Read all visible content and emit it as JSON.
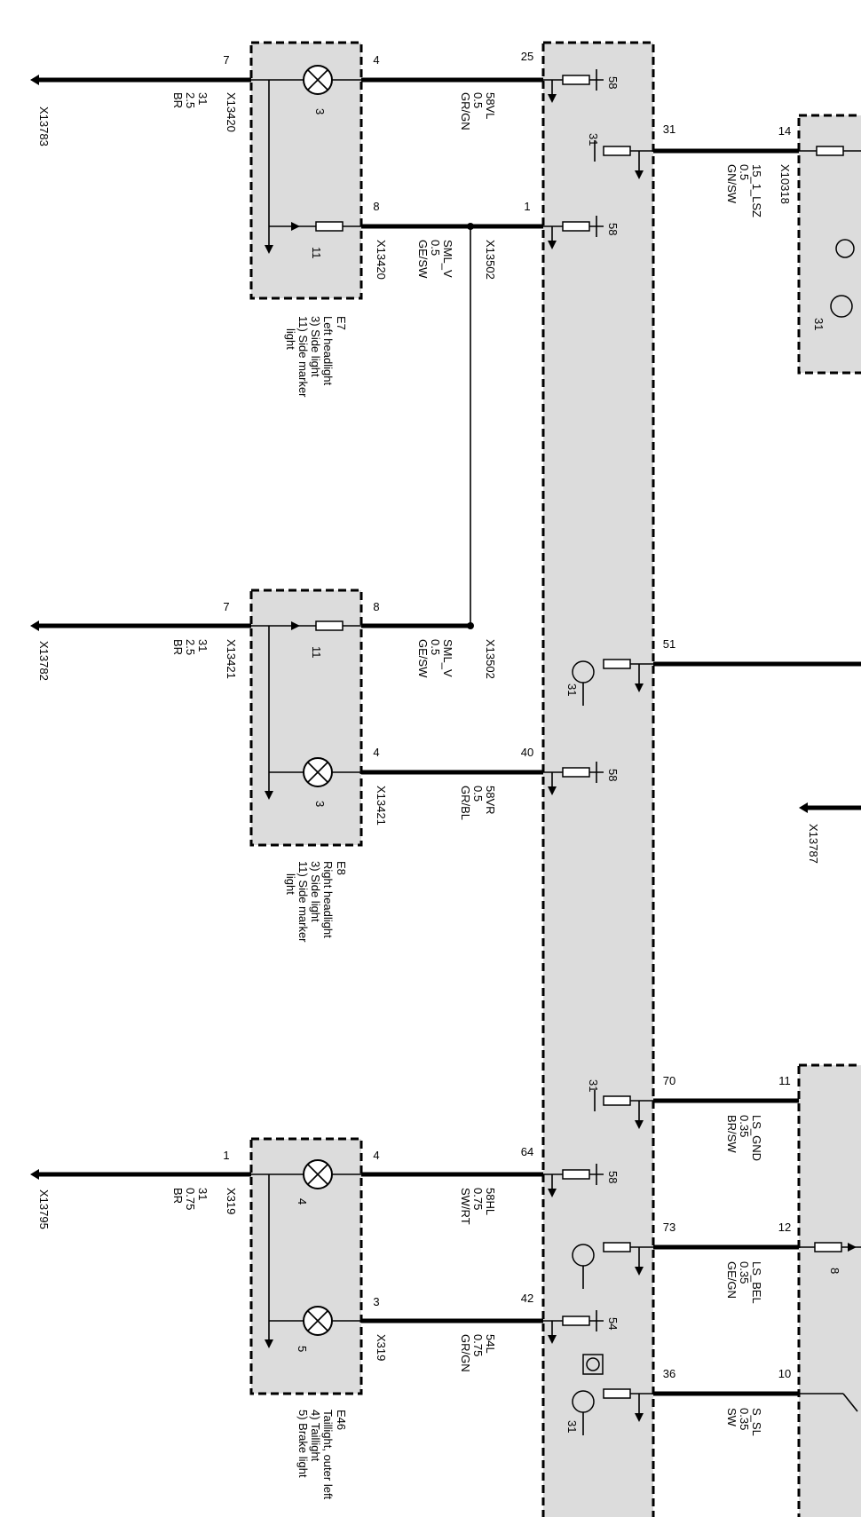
{
  "diagram_data": {
    "module_pins": [
      "25",
      "1",
      "40",
      "64",
      "42",
      "31",
      "51",
      "70",
      "73",
      "36"
    ],
    "module_internal_labels": [
      "58",
      "58",
      "58",
      "58",
      "54",
      "31",
      "31",
      "31",
      "31"
    ],
    "right_module": {
      "connector": "X10318",
      "pin": "14",
      "wire_name": "15_1_LSZ",
      "wire_size": "0.5",
      "wire_color": "GN/SW",
      "internal_label": "31"
    },
    "right_wires": [
      {
        "connector_pin": "31",
        "name": "",
        "size": "",
        "color": ""
      },
      {
        "connector_pin": "51",
        "name": "",
        "size": "",
        "color": ""
      }
    ],
    "lower_right_module": {
      "pins": [
        "11",
        "12",
        "10"
      ],
      "pin_connectors": [
        "70",
        "73",
        "36"
      ],
      "wires": [
        {
          "name": "LS_GND",
          "size": "0.35",
          "color": "BR/SW"
        },
        {
          "name": "LS_BEL",
          "size": "0.35",
          "color": "GE/GN"
        },
        {
          "name": "S_SL",
          "size": "0.35",
          "color": "SW"
        }
      ],
      "internal_label": "8"
    },
    "ground_connectors": [
      "X13787"
    ],
    "components": [
      {
        "id": "E7",
        "lines": [
          "Left headlight",
          "3) Side light",
          "11) Side marker",
          "light"
        ],
        "ground": "X13783",
        "ground_pin": "7",
        "ground_conn": "X13420",
        "ground_wire": {
          "name": "31",
          "size": "2.5",
          "color": "BR"
        },
        "elements": [
          "3",
          "11"
        ],
        "wires": [
          {
            "pin": "4",
            "module_pin": "25",
            "name": "58VL",
            "size": "0.5",
            "color": "GR/GN",
            "conn": ""
          },
          {
            "pin": "8",
            "module_pin": "1",
            "name": "SML_V",
            "size": "0.5",
            "color": "GE/SW",
            "conn": "X13420",
            "splice": "X13502"
          }
        ]
      },
      {
        "id": "E8",
        "lines": [
          "Right headlight",
          "3) Side light",
          "11) Side marker",
          "light"
        ],
        "ground": "X13782",
        "ground_pin": "7",
        "ground_conn": "X13421",
        "ground_wire": {
          "name": "31",
          "size": "2.5",
          "color": "BR"
        },
        "elements": [
          "11",
          "3"
        ],
        "wires": [
          {
            "pin": "8",
            "module_pin": "",
            "name": "SML_V",
            "size": "0.5",
            "color": "GE/SW",
            "conn": "",
            "splice": "X13502"
          },
          {
            "pin": "4",
            "module_pin": "40",
            "name": "58VR",
            "size": "0.5",
            "color": "GR/BL",
            "conn": "X13421"
          }
        ]
      },
      {
        "id": "E46",
        "lines": [
          "Taillight, outer left",
          "4) Taillight",
          "5) Brake light"
        ],
        "ground": "X13795",
        "ground_pin": "1",
        "ground_conn": "X319",
        "ground_wire": {
          "name": "31",
          "size": "0.75",
          "color": "BR"
        },
        "elements": [
          "4",
          "5"
        ],
        "wires": [
          {
            "pin": "4",
            "module_pin": "64",
            "name": "58HL",
            "size": "0.75",
            "color": "SW/RT",
            "conn": ""
          },
          {
            "pin": "3",
            "module_pin": "42",
            "name": "54L",
            "size": "0.75",
            "color": "GR/GN",
            "conn": "X319"
          }
        ]
      }
    ]
  }
}
